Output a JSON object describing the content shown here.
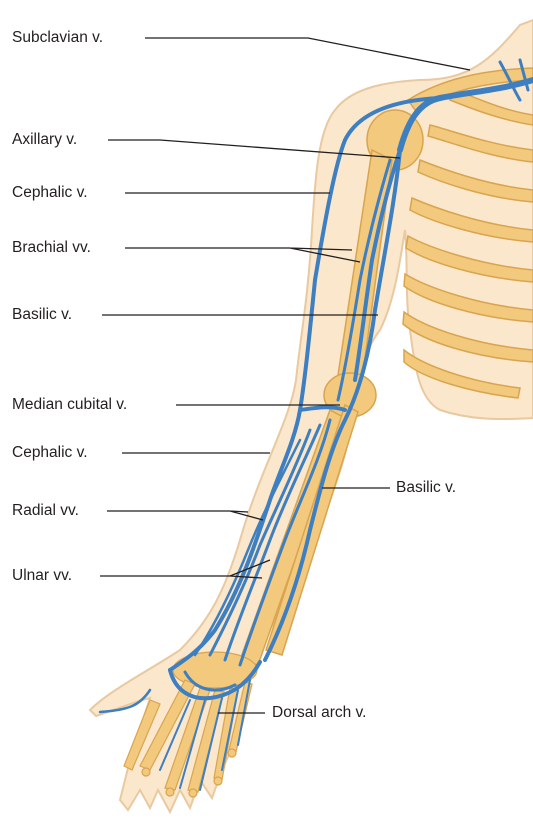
{
  "labels": {
    "subclavian": "Subclavian v.",
    "axillary": "Axillary v.",
    "cephalic_upper": "Cephalic v.",
    "brachial": "Brachial vv.",
    "basilic_upper": "Basilic v.",
    "median_cubital": "Median cubital v.",
    "cephalic_lower": "Cephalic v.",
    "radial": "Radial vv.",
    "ulnar": "Ulnar vv.",
    "basilic_lower": "Basilic v.",
    "dorsal_arch": "Dorsal arch v."
  },
  "colors": {
    "vein": "#3d7fc0",
    "vein_light": "#8fbde6",
    "skin": "#fbe7cc",
    "skin_edge": "#e9c9a0",
    "bone": "#f3c97e",
    "bone_dark": "#d9a44e",
    "leader": "#231f20"
  }
}
